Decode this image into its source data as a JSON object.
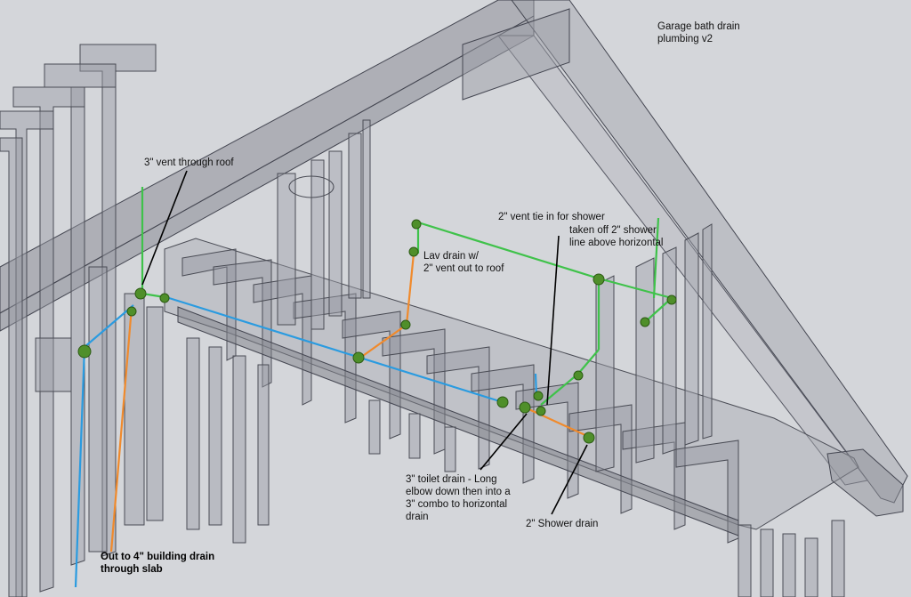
{
  "title": "Garage bath drain plumbing v2",
  "colors": {
    "background": "#d4d6da",
    "framing_fill": "#9a9ca4",
    "framing_edge": "#4a4c55",
    "vent_pipe": "#3fc24a",
    "drain_pipe_blue": "#2a9be0",
    "drain_pipe_orange": "#f08a2c",
    "fitting": "#4f8f2a",
    "callout_line": "#000000"
  },
  "labels": {
    "vent_roof": "3\" vent through roof",
    "lav_line1": "Lav drain w/",
    "lav_line2": "2\" vent out to roof",
    "vent_tie": "2\" vent tie in for shower",
    "taken_line1": "taken off 2\" shower",
    "taken_line2": "line above horizontal",
    "toilet_line1": "3\" toilet drain - Long",
    "toilet_line2": "elbow down then into a",
    "toilet_line3": "3\" combo to horizontal",
    "toilet_line4": "drain",
    "shower_drain": "2\" Shower drain",
    "out_line1": "Out to 4\" building drain",
    "out_line2": "through slab"
  },
  "icons": {
    "fitting": "pipe-fitting-icon"
  }
}
